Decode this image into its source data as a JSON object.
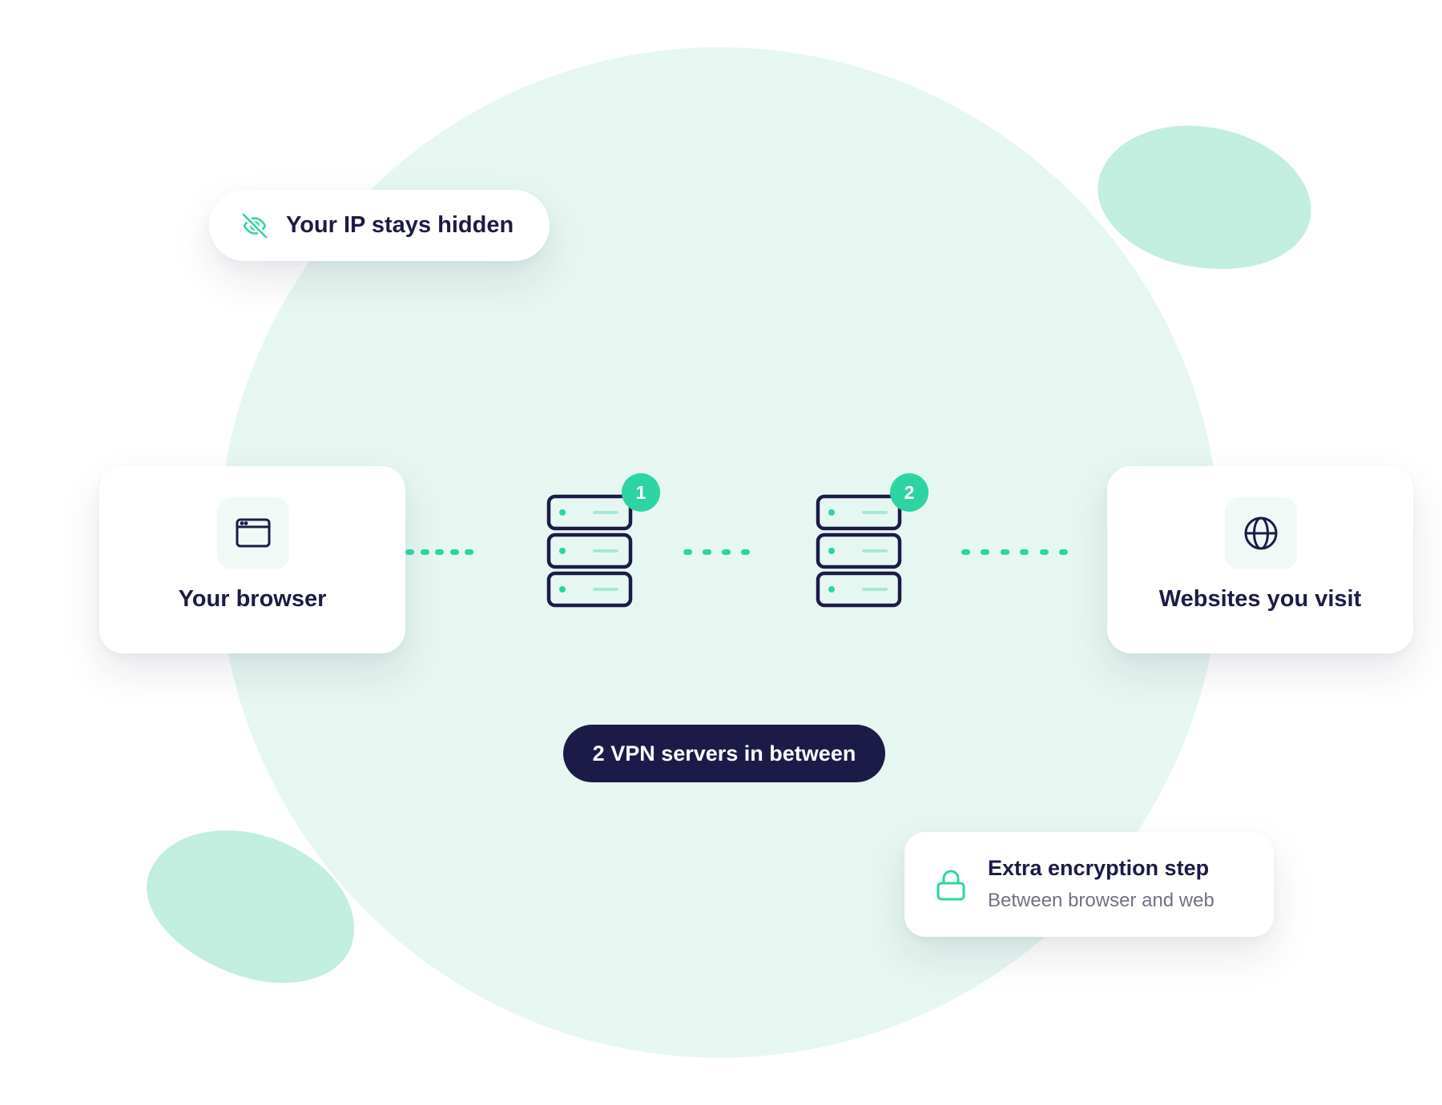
{
  "colors": {
    "accent": "#2dd4a3",
    "navy": "#1c1b47",
    "circle_bg": "#e6f7f1",
    "blob": "#c2eedf",
    "muted_text": "#6f7286"
  },
  "ip_pill": {
    "icon": "eye-off-icon",
    "label": "Your IP stays hidden"
  },
  "nodes": {
    "browser": {
      "icon": "browser-window-icon",
      "label": "Your browser"
    },
    "website": {
      "icon": "globe-icon",
      "label": "Websites you visit"
    }
  },
  "servers": [
    {
      "icon": "server-rack-icon",
      "badge": "1"
    },
    {
      "icon": "server-rack-icon",
      "badge": "2"
    }
  ],
  "connectors": [
    {
      "dots": 5
    },
    {
      "dots": 4
    },
    {
      "dots": 6
    }
  ],
  "between_pill": {
    "label": "2 VPN servers in between"
  },
  "encryption_card": {
    "icon": "lock-icon",
    "title": "Extra encryption step",
    "subtitle": "Between browser and web"
  }
}
